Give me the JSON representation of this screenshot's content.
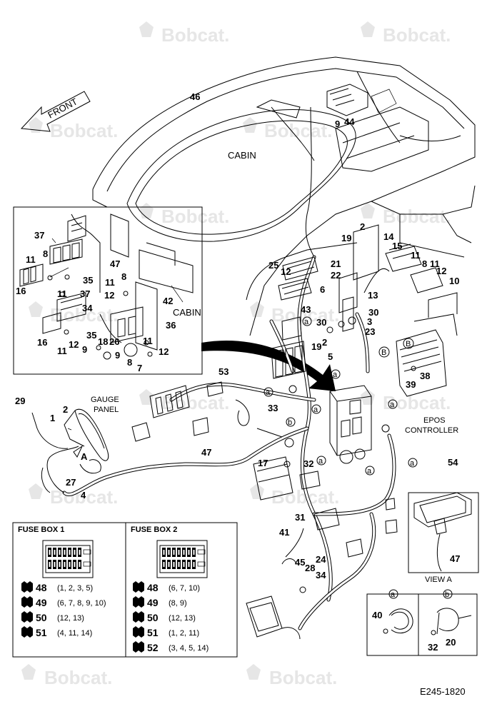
{
  "watermark": "Bobcat.",
  "labels": {
    "front": "FRONT",
    "cabin": "CABIN",
    "cabin_inset": "CABIN",
    "gauge_panel_line1": "GAUGE",
    "gauge_panel_line2": "PANEL",
    "epos_line1": "EPOS",
    "epos_line2": "CONTROLLER",
    "view_a": "VIEW  A",
    "view_a_arrow": "A",
    "callout_a": "a",
    "callout_b": "b",
    "callout_B": "B",
    "drawing_id": "E245-1820"
  },
  "part_numbers": {
    "p46": "46",
    "p9": "9",
    "p44": "44",
    "p37a": "37",
    "p8a": "8",
    "p11a": "11",
    "p16a": "16",
    "p47a": "47",
    "p35a": "35",
    "p11b": "11",
    "p37b": "37",
    "p8b": "8",
    "p11c": "11",
    "p12a": "12",
    "p42": "42",
    "p34": "34",
    "p36": "36",
    "p16b": "16",
    "p11d": "11",
    "p12b": "12",
    "p35b": "35",
    "p9b": "9",
    "p18": "18",
    "p26": "26",
    "p9c": "9",
    "p8c": "8",
    "p7": "7",
    "p11e": "11",
    "p12c": "12",
    "p19a": "19",
    "p2a": "2",
    "p14": "14",
    "p15": "15",
    "p11f": "11",
    "p8d": "8",
    "p11g": "11",
    "p12d": "12",
    "p10": "10",
    "p25": "25",
    "p12e": "12",
    "p21": "21",
    "p22": "22",
    "p6": "6",
    "p13": "13",
    "p43": "43",
    "p30a": "30",
    "p30b": "30",
    "p3": "3",
    "p23": "23",
    "p19b": "19",
    "p2b": "2",
    "p5": "5",
    "p38": "38",
    "p39": "39",
    "p53": "53",
    "p33": "33",
    "p47b": "47",
    "p29": "29",
    "p1": "1",
    "p2c": "2",
    "p27": "27",
    "p4": "4",
    "p17": "17",
    "p32a": "32",
    "p54": "54",
    "p31": "31",
    "p41": "41",
    "p45": "45",
    "p28": "28",
    "p24": "24",
    "p34b": "34",
    "p47c": "47",
    "p40": "40",
    "p32b": "32",
    "p20": "20"
  },
  "fuse_box_1": {
    "title": "FUSE BOX 1",
    "rows": [
      {
        "fuse": "48",
        "circuits": "(1, 2, 3, 5)"
      },
      {
        "fuse": "49",
        "circuits": "(6, 7, 8, 9, 10)"
      },
      {
        "fuse": "50",
        "circuits": "(12, 13)"
      },
      {
        "fuse": "51",
        "circuits": "(4, 11, 14)"
      }
    ]
  },
  "fuse_box_2": {
    "title": "FUSE BOX 2",
    "rows": [
      {
        "fuse": "48",
        "circuits": "(6, 7, 10)"
      },
      {
        "fuse": "49",
        "circuits": "(8, 9)"
      },
      {
        "fuse": "50",
        "circuits": "(12, 13)"
      },
      {
        "fuse": "51",
        "circuits": "(1, 2, 11)"
      },
      {
        "fuse": "52",
        "circuits": "(3, 4, 5, 14)"
      }
    ]
  }
}
